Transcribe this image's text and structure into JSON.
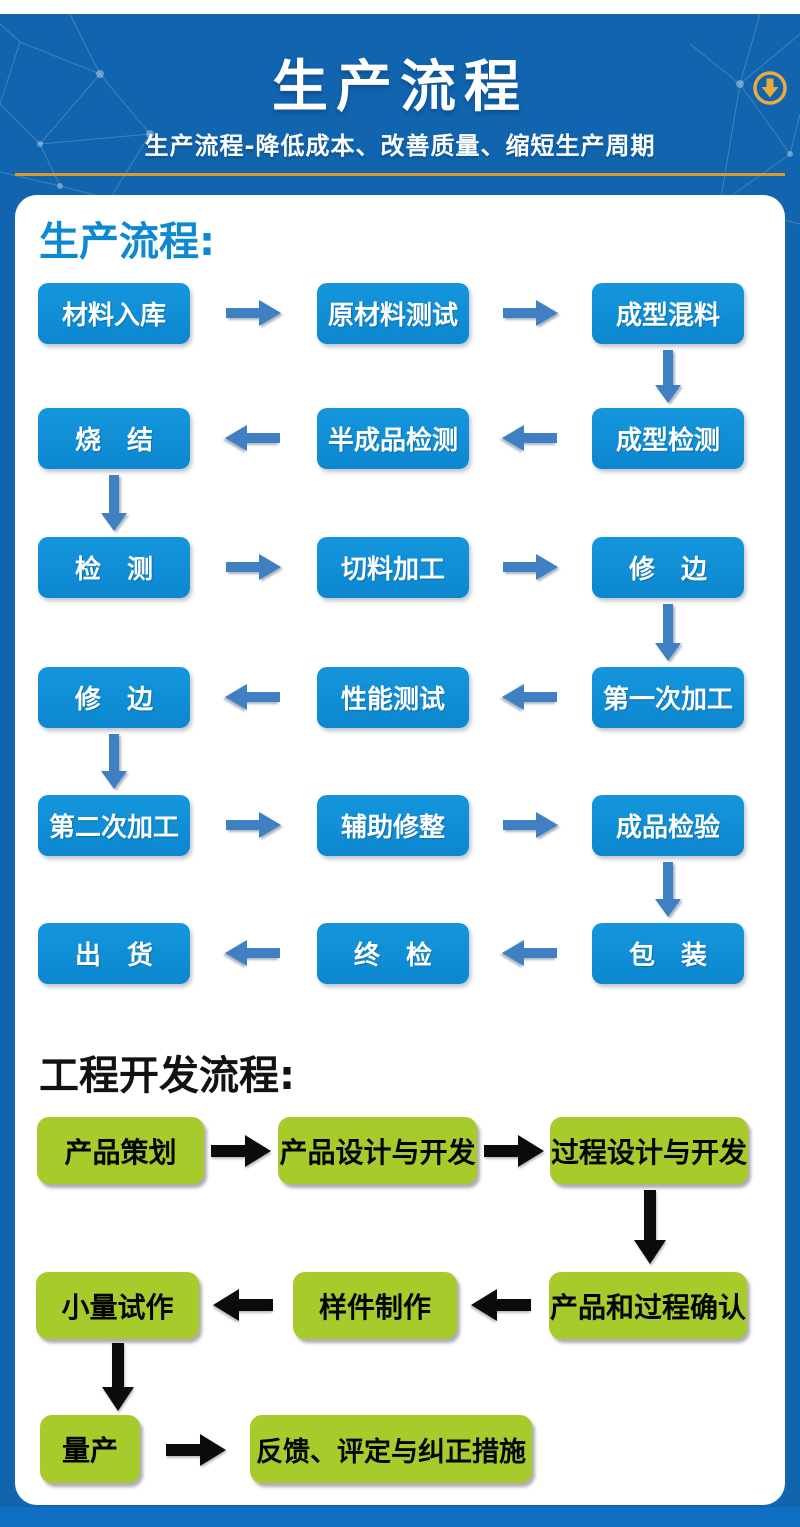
{
  "colors": {
    "page_blue": "#1164ae",
    "footer_blue": "#0d6ec2",
    "box_blue": "#0e8ed7",
    "arrow_blue": "#3f80c2",
    "box_green": "#a6cb2b",
    "accent_gold": "#d9992f",
    "heading_blue": "#0d89d1",
    "arrow_black": "#0b0b0b"
  },
  "header": {
    "title": "生产流程",
    "subtitle": "生产流程-降低成本、改善质量、缩短生产周期",
    "scroll_icon": "circle-down-arrow"
  },
  "production": {
    "heading": "生产流程:",
    "flow_order": "材料入库→原材料测试→成型混料→成型检测→半成品检测→烧结→检测→切料加工→修边→第一次加工→性能测试→修边→第二次加工→辅助修整→成品检验→包装→终检→出货",
    "rows": [
      {
        "dir": "right",
        "cells": [
          "材料入库",
          "原材料测试",
          "成型混料"
        ]
      },
      {
        "dir": "left",
        "cells": [
          "烧　结",
          "半成品检测",
          "成型检测"
        ]
      },
      {
        "dir": "right",
        "cells": [
          "检　测",
          "切料加工",
          "修　边"
        ]
      },
      {
        "dir": "left",
        "cells": [
          "修　边",
          "性能测试",
          "第一次加工"
        ]
      },
      {
        "dir": "right",
        "cells": [
          "第二次加工",
          "辅助修整",
          "成品检验"
        ]
      },
      {
        "dir": "left",
        "cells": [
          "出　货",
          "终　检",
          "包　装"
        ]
      }
    ]
  },
  "engineering": {
    "heading": "工程开发流程:",
    "flow_order": "产品策划→产品设计与开发→过程设计与开发→产品和过程确认→样件制作→小量试作→量产→反馈、评定与纠正措施",
    "rows": [
      {
        "dir": "right",
        "cells": [
          "产品策划",
          "产品设计与开发",
          "过程设计与开发"
        ]
      },
      {
        "dir": "left",
        "cells": [
          "小量试作",
          "样件制作",
          "产品和过程确认"
        ]
      },
      {
        "dir": "right",
        "cells": [
          "量产",
          "反馈、评定与纠正措施"
        ]
      }
    ]
  }
}
